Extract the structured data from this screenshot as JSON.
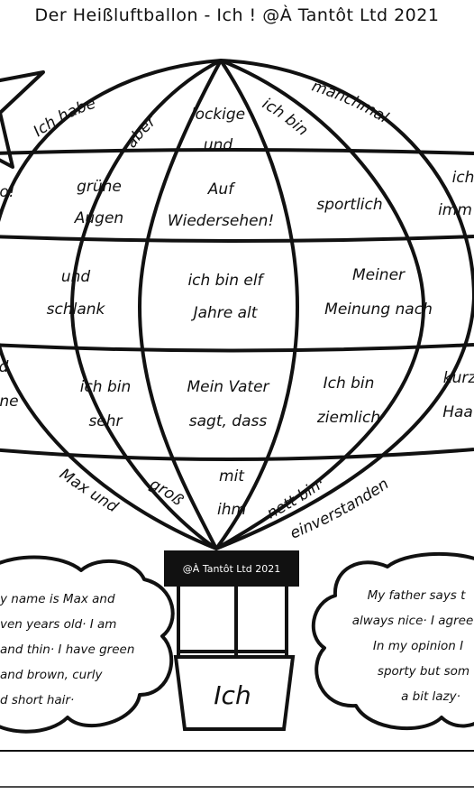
{
  "title": "Der Heißluftballon - Ich ! @À Tantôt Ltd 2021",
  "basket_banner": "@À Tantôt Ltd 2021",
  "basket_label": "Ich",
  "arc_words": {
    "ich_habe": "Ich habe",
    "aber": "aber",
    "ich_bin": "ich bin",
    "manchmal": "manchmal",
    "max_und": "Max und",
    "gross": "groß",
    "nett_bin": "nett bin·",
    "einverstanden": "einverstanden"
  },
  "cells": {
    "lockige": "lockige",
    "und_top": "und",
    "o_partial": "o!",
    "gruene": "grüne",
    "augen": "Augen",
    "auf": "Auf",
    "wiedersehen": "Wiedersehen!",
    "sportlich": "sportlich",
    "ich_partial": "ich",
    "imm_partial": "imm",
    "und_mid": "und",
    "schlank": "schlank",
    "ich_bin_elf": "ich bin elf",
    "jahre_alt": "Jahre alt",
    "meiner": "Meiner",
    "meinung_nach": "Meinung nach",
    "d_partial": "d",
    "ne_partial": "ne",
    "ich_bin_row3": "ich bin",
    "sehr": "sehr",
    "mein_vater": "Mein Vater",
    "sagt_dass": "sagt, dass",
    "ich_bin_zl": "Ich bin",
    "ziemlich": "ziemlich",
    "kurz_partial": "kurz",
    "haa_partial": "Haa",
    "mit": "mit",
    "ihm": "ihm"
  },
  "cloud_left": [
    "y name is Max and",
    "ven years old· I am",
    "and thin· I have green",
    "and brown, curly",
    "d short hair·"
  ],
  "cloud_right": [
    "My father says t",
    "always nice· I agree",
    "In my opinion I",
    "sporty but som",
    "a bit lazy·"
  ]
}
